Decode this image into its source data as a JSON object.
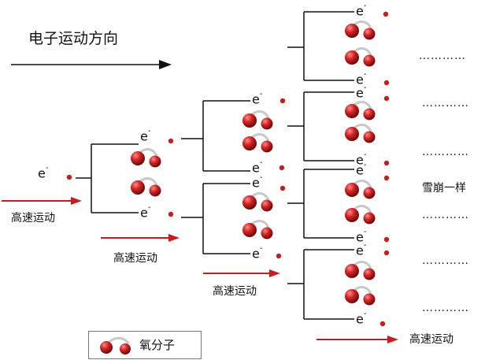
{
  "title": "电子运动方向",
  "electron_label": "e",
  "electron_sup": "-",
  "speed_label": "高速运动",
  "avalanche_label": "雪崩一样",
  "ellipsis": "…………",
  "legend_label": "氧分子",
  "colors": {
    "arrow_red": "#c41e1e",
    "molecule_red": "#cc2222",
    "bond_gray": "#c8c8c8",
    "line": "#111111"
  }
}
